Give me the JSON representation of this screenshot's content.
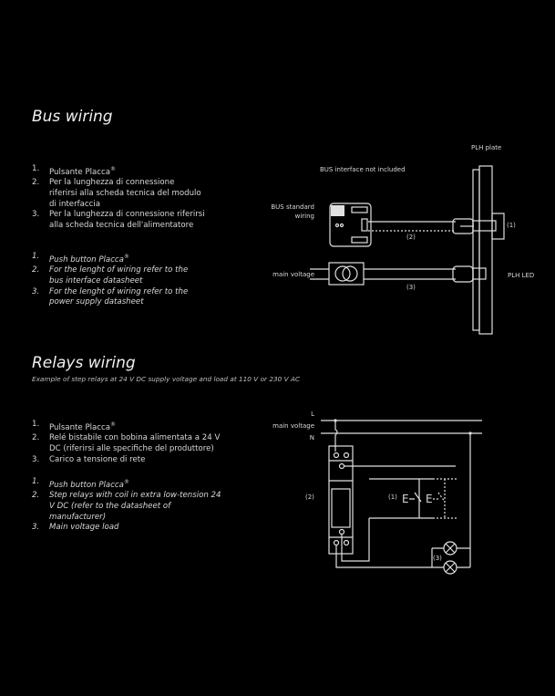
{
  "bus": {
    "title": "Bus wiring",
    "list_it": [
      {
        "n": "1.",
        "text": "Pulsante Placca",
        "sup": "®"
      },
      {
        "n": "2.",
        "text": "Per la lunghezza di connessione riferirsi alla scheda tecnica del modulo di interfaccia"
      },
      {
        "n": "3.",
        "text": "Per la lunghezza di connessione riferirsi alla scheda tecnica dell'alimentatore"
      }
    ],
    "list_en": [
      {
        "n": "1.",
        "text": "Push button Placca",
        "sup": "®"
      },
      {
        "n": "2.",
        "text": "For the lenght of wiring refer to the bus interface datasheet"
      },
      {
        "n": "3.",
        "text": "For the lenght of wiring refer to the power supply datasheet"
      }
    ],
    "diagram": {
      "plh_plate": "PLH plate",
      "bus_interface": "BUS interface not included",
      "bus_standard_1": "BUS standard",
      "bus_standard_2": "wiring",
      "main_voltage": "main voltage",
      "plh_led": "PLH LED",
      "label_1": "(1)",
      "label_2": "(2)",
      "label_3": "(3)"
    }
  },
  "relays": {
    "title": "Relays wiring",
    "subtitle": "Example of step relays at 24 V DC supply voltage and load at 110 V or 230 V AC",
    "list_it": [
      {
        "n": "1.",
        "text": "Pulsante Placca",
        "sup": "®"
      },
      {
        "n": "2.",
        "text": "Relé bistabile con bobina alimentata a 24 V DC (riferirsi alle specifiche del produttore)"
      },
      {
        "n": "3.",
        "text": "Carico a tensione di rete"
      }
    ],
    "list_en": [
      {
        "n": "1.",
        "text": "Push button Placca",
        "sup": "®"
      },
      {
        "n": "2.",
        "text": "Step relays with coil in extra low-tension 24 V DC (refer to the datasheet of manufacturer)"
      },
      {
        "n": "3.",
        "text": "Main voltage load"
      }
    ],
    "diagram": {
      "L": "L",
      "main_voltage": "main voltage",
      "N": "N",
      "label_1": "(1)",
      "label_2": "(2)",
      "label_3": "(3)",
      "switch_glyph": "E"
    }
  }
}
